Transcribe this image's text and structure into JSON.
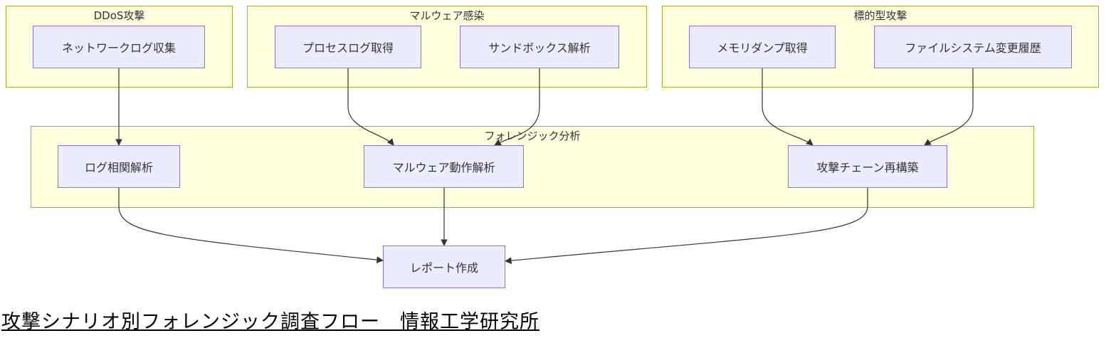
{
  "clusters": {
    "ddos": "DDoS攻撃",
    "malware": "マルウェア感染",
    "targeted": "標的型攻撃",
    "forensics": "フォレンジック分析"
  },
  "nodes": {
    "network_log": "ネットワークログ収集",
    "process_log": "プロセスログ取得",
    "sandbox": "サンドボックス解析",
    "memory_dump": "メモリダンプ取得",
    "fs_history": "ファイルシステム変更履歴",
    "log_correlation": "ログ相関解析",
    "malware_behavior": "マルウェア動作解析",
    "attack_chain": "攻撃チェーン再構築",
    "report": "レポート作成"
  },
  "edges": [
    {
      "from": "network_log",
      "to": "log_correlation"
    },
    {
      "from": "process_log",
      "to": "malware_behavior"
    },
    {
      "from": "sandbox",
      "to": "malware_behavior"
    },
    {
      "from": "memory_dump",
      "to": "attack_chain"
    },
    {
      "from": "fs_history",
      "to": "attack_chain"
    },
    {
      "from": "log_correlation",
      "to": "report"
    },
    {
      "from": "malware_behavior",
      "to": "report"
    },
    {
      "from": "attack_chain",
      "to": "report"
    }
  ],
  "caption": "攻撃シナリオ別フォレンジック調査フロー　情報工学研究所"
}
